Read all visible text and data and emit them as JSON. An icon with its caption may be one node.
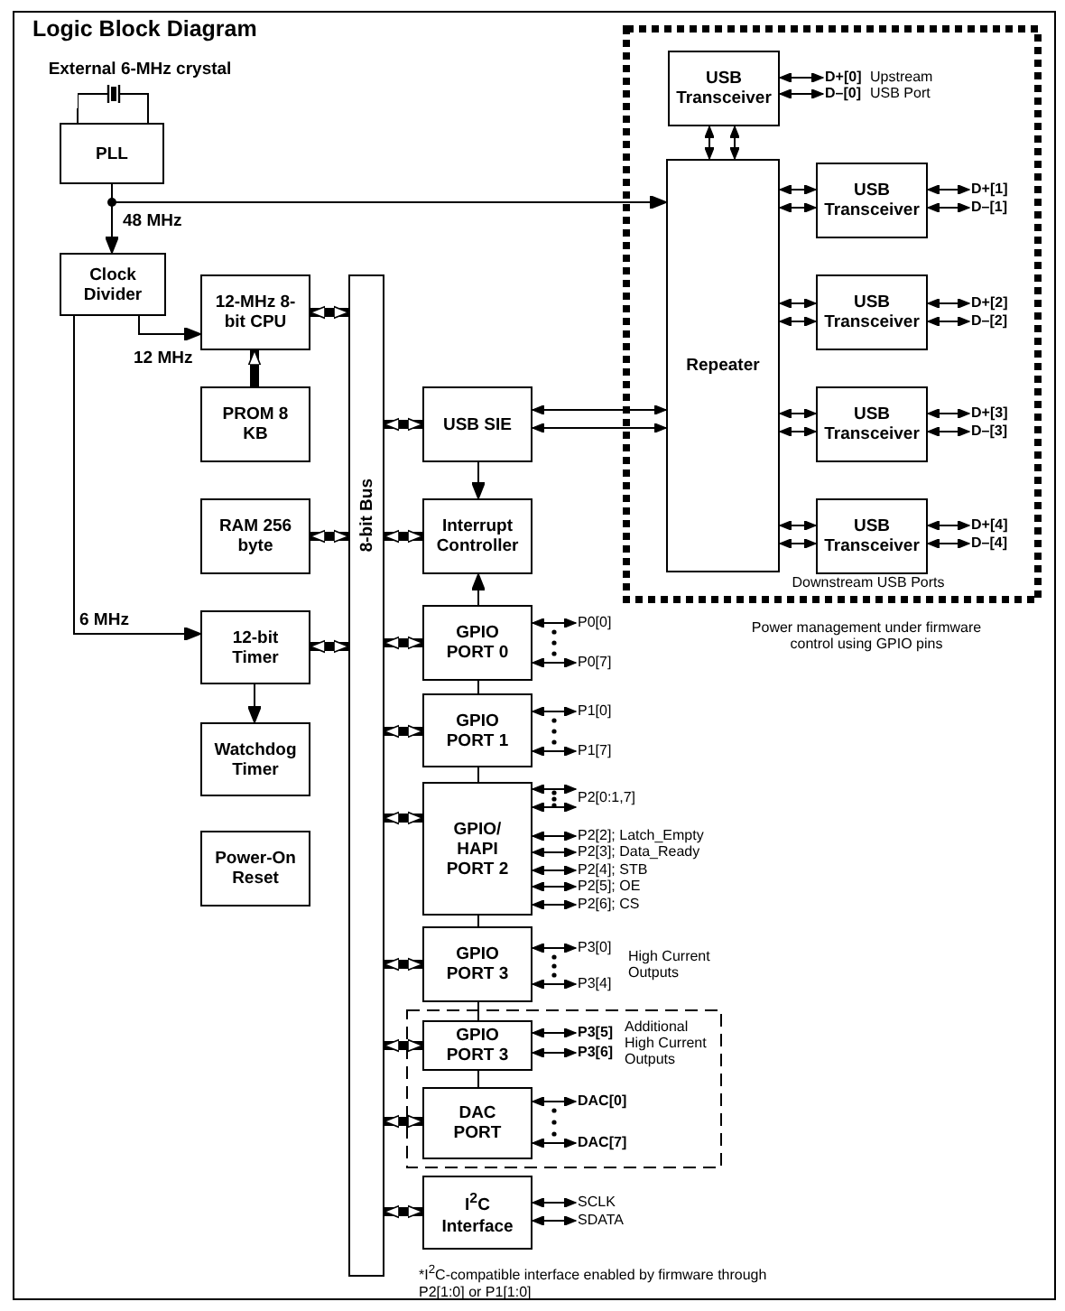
{
  "diagram": {
    "title": "Logic Block Diagram",
    "caption": "*I$^{2}$C-compatible interface enabled by firmware through P2[1:0] or P1[1:0]",
    "nodes": [
      {
        "text": [
          "External 6-MHz crystal"
        ]
      },
      {
        "text": [
          "PLL"
        ]
      },
      {
        "text": [
          "Clock Divider"
        ]
      },
      {
        "text": [
          "12-MHz 8-bit CPU"
        ]
      },
      {
        "text": [
          "PROM 8 KB"
        ]
      },
      {
        "text": [
          "RAM 256 byte"
        ]
      },
      {
        "text": [
          "12-bit Timer"
        ]
      },
      {
        "text": [
          "Watchdog Timer"
        ]
      },
      {
        "text": [
          "Power-On Reset"
        ]
      },
      {
        "text": [
          "8-bit Bus"
        ]
      },
      {
        "text": [
          "USB SIE"
        ]
      },
      {
        "text": [
          "Interrupt Controller"
        ]
      },
      {
        "text": [
          "GPIO PORT 0"
        ]
      },
      {
        "text": [
          "GPIO PORT 1"
        ]
      },
      {
        "text": [
          "GPIO/ HAPI PORT 2"
        ]
      },
      {
        "text": [
          "GPIO PORT 3"
        ]
      },
      {
        "text": [],
        "shape": "box"
      },
      {
        "text": [
          "GPIO PORT 3"
        ],
        "in": 16
      },
      {
        "text": [
          "DAC PORT"
        ],
        "in": 16
      },
      {
        "text": [
          "I$^{2}$C Interface"
        ]
      },
      {
        "text": [
          "Downstream USB Ports"
        ],
        "beside": [
          "Power management under firmware control using GPIO pins"
        ]
      },
      {
        "text": [
          "USB Transceiver"
        ],
        "in": 20
      },
      {
        "text": [
          "Repeater"
        ],
        "in": 20
      },
      {
        "text": [
          "USB Transceiver"
        ],
        "in": 20
      },
      {
        "text": [
          "USB Transceiver"
        ],
        "in": 20
      },
      {
        "text": [
          "USB Transceiver"
        ],
        "in": 20
      },
      {
        "text": [
          "USB Transceiver"
        ],
        "in": 20
      },
      {
        "text": [
          "D+[0]"
        ],
        "in": 20
      },
      {
        "text": [
          "D–[0]"
        ],
        "in": 20
      },
      {
        "text": [
          "D+[1]"
        ],
        "in": 20
      },
      {
        "text": [
          "D–[1]"
        ],
        "in": 20
      },
      {
        "text": [
          "D+[2]"
        ],
        "in": 20
      },
      {
        "text": [
          "D–[2]"
        ],
        "in": 20
      },
      {
        "text": [
          "D+[3]"
        ],
        "in": 20
      },
      {
        "text": [
          "D–[3]"
        ],
        "in": 20
      },
      {
        "text": [
          "D+[4]"
        ],
        "in": 20
      },
      {
        "text": [
          "D–[4]"
        ],
        "in": 20
      },
      {
        "text": [
          "P0[0]"
        ]
      },
      {
        "text": [
          "P0[7]"
        ]
      },
      {
        "text": [
          "P1[0]"
        ]
      },
      {
        "text": [
          "P1[7]"
        ]
      },
      {
        "text": [
          "P2[0:1,7]"
        ]
      },
      {
        "text": [
          "P2[2]; Latch_Empty"
        ]
      },
      {
        "text": [
          "P2[3]; Data_Ready"
        ]
      },
      {
        "text": [
          "P2[4]; STB"
        ]
      },
      {
        "text": [
          "P2[5]; OE"
        ]
      },
      {
        "text": [
          "P2[6]; CS"
        ]
      },
      {
        "text": [
          "P3[0]"
        ]
      },
      {
        "text": [
          "P3[4]"
        ]
      },
      {
        "text": [
          "P3[5]"
        ],
        "in": 16
      },
      {
        "text": [
          "P3[6]"
        ],
        "in": 16
      },
      {
        "text": [
          "DAC[0]"
        ],
        "in": 16
      },
      {
        "text": [
          "DAC[7]"
        ],
        "in": 16
      },
      {
        "text": [
          "SCLK"
        ]
      },
      {
        "text": [
          "SDATA"
        ]
      }
    ],
    "edges": [
      {
        "from": 0,
        "to": 1,
        "arrow": "none"
      },
      {
        "from": 0,
        "to": 1,
        "arrow": "none"
      },
      {
        "from": 1,
        "to": 2,
        "arrow": "to",
        "label": "48 MHz"
      },
      {
        "from": 1,
        "to": 22,
        "arrow": "to"
      },
      {
        "from": 2,
        "to": 3,
        "arrow": "to",
        "label": "12 MHz"
      },
      {
        "from": 2,
        "to": 6,
        "arrow": "to",
        "label": "6 MHz"
      },
      {
        "from": 4,
        "to": 3,
        "arrow": "to",
        "style": "thick"
      },
      {
        "from": 3,
        "to": 9,
        "arrow": "both",
        "style": "thick"
      },
      {
        "from": 5,
        "to": 9,
        "arrow": "both",
        "style": "thick"
      },
      {
        "from": 6,
        "to": 9,
        "arrow": "both",
        "style": "thick"
      },
      {
        "from": 6,
        "to": 7,
        "arrow": "to"
      },
      {
        "from": 9,
        "to": 10,
        "arrow": "both",
        "style": "thick"
      },
      {
        "from": 9,
        "to": 11,
        "arrow": "both",
        "style": "thick"
      },
      {
        "from": 9,
        "to": 12,
        "arrow": "both",
        "style": "thick"
      },
      {
        "from": 9,
        "to": 13,
        "arrow": "both",
        "style": "thick"
      },
      {
        "from": 9,
        "to": 14,
        "arrow": "both",
        "style": "thick"
      },
      {
        "from": 9,
        "to": 15,
        "arrow": "both",
        "style": "thick"
      },
      {
        "from": 9,
        "to": 17,
        "arrow": "both",
        "style": "thick"
      },
      {
        "from": 9,
        "to": 18,
        "arrow": "both",
        "style": "thick"
      },
      {
        "from": 9,
        "to": 19,
        "arrow": "both",
        "style": "thick"
      },
      {
        "from": 10,
        "to": 11,
        "arrow": "to"
      },
      {
        "from": 12,
        "to": 11,
        "arrow": "to"
      },
      {
        "from": 12,
        "to": 13,
        "arrow": "none"
      },
      {
        "from": 13,
        "to": 14,
        "arrow": "none"
      },
      {
        "from": 14,
        "to": 15,
        "arrow": "none"
      },
      {
        "from": 15,
        "to": 17,
        "arrow": "none"
      },
      {
        "from": 17,
        "to": 18,
        "arrow": "none"
      },
      {
        "from": 10,
        "to": 22,
        "arrow": "both"
      },
      {
        "from": 10,
        "to": 22,
        "arrow": "both"
      },
      {
        "from": 21,
        "to": 22,
        "arrow": "both"
      },
      {
        "from": 21,
        "to": 22,
        "arrow": "both"
      },
      {
        "from": 22,
        "to": 23,
        "arrow": "both"
      },
      {
        "from": 22,
        "to": 23,
        "arrow": "both"
      },
      {
        "from": 22,
        "to": 24,
        "arrow": "both"
      },
      {
        "from": 22,
        "to": 24,
        "arrow": "both"
      },
      {
        "from": 22,
        "to": 25,
        "arrow": "both"
      },
      {
        "from": 22,
        "to": 25,
        "arrow": "both"
      },
      {
        "from": 22,
        "to": 26,
        "arrow": "both"
      },
      {
        "from": 22,
        "to": 26,
        "arrow": "both"
      },
      {
        "from": 21,
        "to": 27,
        "arrow": "both"
      },
      {
        "from": 21,
        "to": 28,
        "arrow": "both"
      },
      {
        "from": 23,
        "to": 29,
        "arrow": "both"
      },
      {
        "from": 23,
        "to": 30,
        "arrow": "both"
      },
      {
        "from": 24,
        "to": 31,
        "arrow": "both"
      },
      {
        "from": 24,
        "to": 32,
        "arrow": "both"
      },
      {
        "from": 25,
        "to": 33,
        "arrow": "both"
      },
      {
        "from": 25,
        "to": 34,
        "arrow": "both"
      },
      {
        "from": 26,
        "to": 35,
        "arrow": "both"
      },
      {
        "from": 26,
        "to": 36,
        "arrow": "both"
      },
      {
        "from": 12,
        "to": 37,
        "arrow": "both"
      },
      {
        "from": 12,
        "to": 38,
        "arrow": "both"
      },
      {
        "from": 13,
        "to": 39,
        "arrow": "both"
      },
      {
        "from": 13,
        "to": 40,
        "arrow": "both"
      },
      {
        "from": 14,
        "to": 41,
        "arrow": "both"
      },
      {
        "from": 14,
        "to": 41,
        "arrow": "both"
      },
      {
        "from": 14,
        "to": 42,
        "arrow": "both"
      },
      {
        "from": 14,
        "to": 43,
        "arrow": "both"
      },
      {
        "from": 14,
        "to": 44,
        "arrow": "both"
      },
      {
        "from": 14,
        "to": 45,
        "arrow": "both"
      },
      {
        "from": 14,
        "to": 46,
        "arrow": "both"
      },
      {
        "from": 15,
        "to": 47,
        "arrow": "both"
      },
      {
        "from": 15,
        "to": 48,
        "arrow": "both"
      },
      {
        "from": 17,
        "to": 49,
        "arrow": "both"
      },
      {
        "from": 17,
        "to": 50,
        "arrow": "both"
      },
      {
        "from": 18,
        "to": 51,
        "arrow": "both"
      },
      {
        "from": 18,
        "to": 52,
        "arrow": "both"
      },
      {
        "from": 19,
        "to": 53,
        "arrow": "both"
      },
      {
        "from": 19,
        "to": 54,
        "arrow": "both"
      }
    ],
    "labels": [
      "Upstream USB Port",
      "High Current Outputs",
      "Additional High Current Outputs"
    ]
  }
}
